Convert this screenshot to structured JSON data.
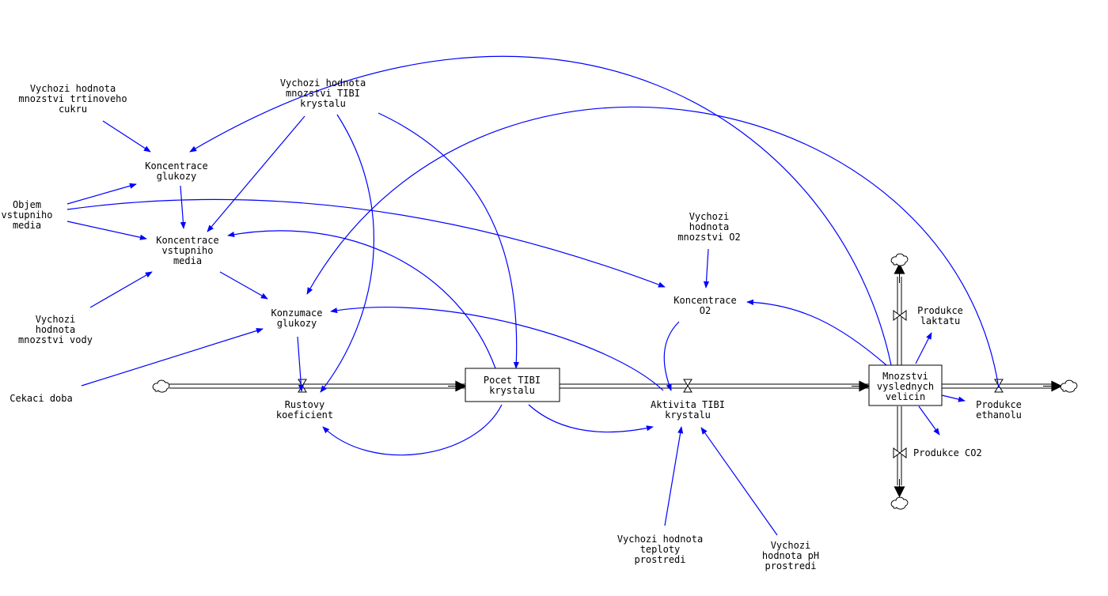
{
  "colors": {
    "link": "#0000ff",
    "pipe": "#000000",
    "background": "#ffffff"
  },
  "stocks": {
    "pocet": [
      "Pocet TIBI",
      "krystalu"
    ],
    "mnozstvi": [
      "Mnozstvi",
      "vyslednych",
      "velicin"
    ]
  },
  "variables": {
    "vychozi_trtin": [
      "Vychozi hodnota",
      "mnozstvi trtinoveho",
      "cukru"
    ],
    "vychozi_tibi": [
      "Vychozi hodnota",
      "mnozstvi TIBI",
      "krystalu"
    ],
    "koncentrace_glukozy": [
      "Koncentrace",
      "glukozy"
    ],
    "objem": [
      "Objem",
      "vstupniho",
      "media"
    ],
    "koncentrace_media": [
      "Koncentrace",
      "vstupniho",
      "media"
    ],
    "vychozi_vody": [
      "Vychozi",
      "hodnota",
      "mnozstvi vody"
    ],
    "konzumace": [
      "Konzumace",
      "glukozy"
    ],
    "cekaci": [
      "Cekaci doba"
    ],
    "rustovy": [
      "Rustovy",
      "koeficient"
    ],
    "vychozi_o2": [
      "Vychozi",
      "hodnota",
      "mnozstvi O2"
    ],
    "koncentrace_o2": [
      "Koncentrace",
      "O2"
    ],
    "aktivita": [
      "Aktivita TIBI",
      "krystalu"
    ],
    "teplota": [
      "Vychozi hodnota",
      "teploty",
      "prostredi"
    ],
    "ph": [
      "Vychozi",
      "hodnota pH",
      "prostredi"
    ],
    "laktat": [
      "Produkce",
      "laktatu"
    ],
    "ethanol": [
      "Produkce",
      "ethanolu"
    ],
    "co2": [
      "Produkce CO2"
    ]
  },
  "icons": {
    "source_sink": "cloud-icon",
    "flow_valve": "valve-icon"
  }
}
